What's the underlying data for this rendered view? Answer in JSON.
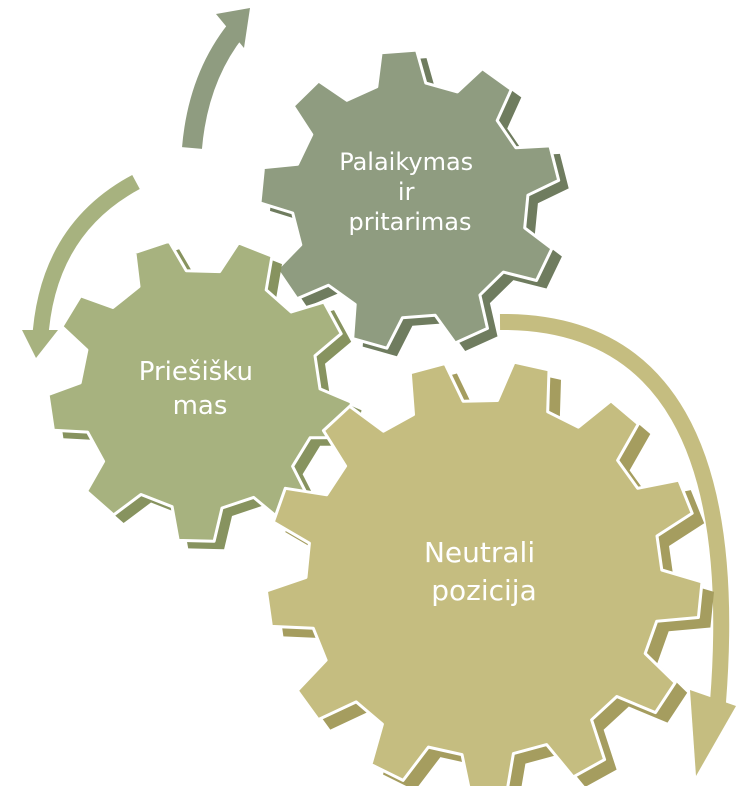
{
  "gears": [
    {
      "key": "support",
      "lines": [
        "Palaikymas",
        "ir",
        "pritarimas"
      ],
      "color": "#8f9c80",
      "side_color": "#6f7c5f",
      "arrow_color": "#8f9c80"
    },
    {
      "key": "opposition",
      "lines": [
        "Priešišku",
        "mas"
      ],
      "color": "#a7b27f",
      "side_color": "#87935f",
      "arrow_color": "#a7b27f"
    },
    {
      "key": "neutral",
      "lines": [
        "Neutrali",
        "pozicija"
      ],
      "color": "#c5bd80",
      "side_color": "#a59d5f",
      "arrow_color": "#c5bd80"
    }
  ]
}
